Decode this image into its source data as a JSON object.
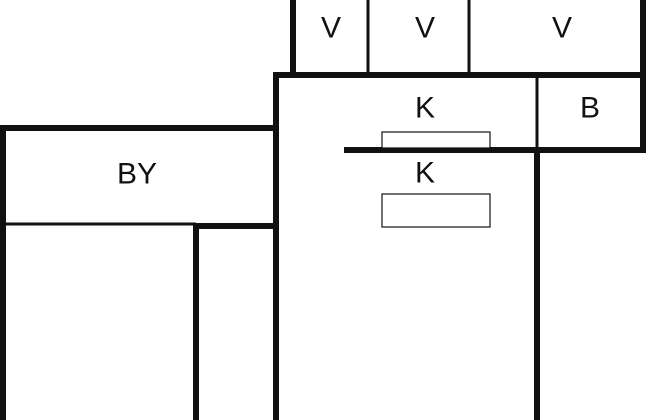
{
  "rooms": [
    {
      "id": "v1",
      "label": "V"
    },
    {
      "id": "v2",
      "label": "V"
    },
    {
      "id": "v3",
      "label": "V"
    },
    {
      "id": "k-upper",
      "label": "K"
    },
    {
      "id": "k-lower",
      "label": "K"
    },
    {
      "id": "b",
      "label": "B"
    },
    {
      "id": "by",
      "label": "BY"
    }
  ],
  "colors": {
    "wall": "#111111",
    "background": "#ffffff"
  }
}
